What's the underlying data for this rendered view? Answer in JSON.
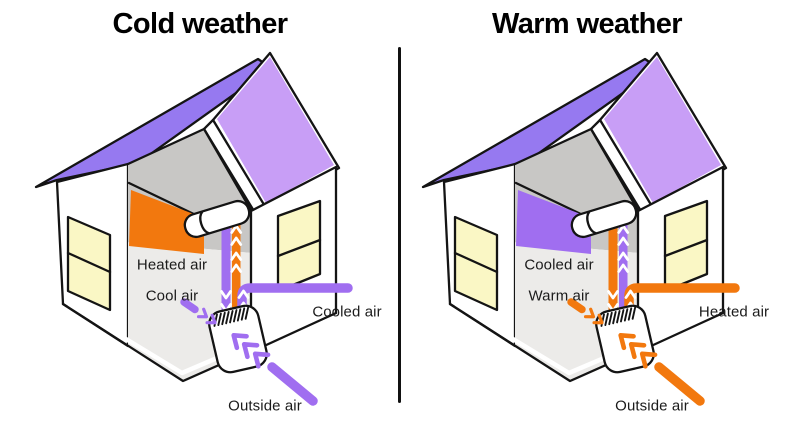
{
  "panels": [
    {
      "id": "cold",
      "title": "Cold weather",
      "labels": {
        "indoor_air": "Heated air",
        "intake_air": "Cool air",
        "pipe_air": "Cooled air",
        "outside_air": "Outside air"
      },
      "colors": {
        "indoor_fan": "#f2780e",
        "left_pipe": "#a06ef0",
        "right_pipe": "#f2780e",
        "horizontal_pipe": "#a06ef0",
        "intake_arrow": "#a06ef0",
        "outside_arrow": "#a06ef0"
      }
    },
    {
      "id": "warm",
      "title": "Warm weather",
      "labels": {
        "indoor_air": "Cooled air",
        "intake_air": "Warm air",
        "pipe_air": "Heated air",
        "outside_air": "Outside air"
      },
      "colors": {
        "indoor_fan": "#a06ef0",
        "left_pipe": "#f2780e",
        "right_pipe": "#a06ef0",
        "horizontal_pipe": "#f2780e",
        "intake_arrow": "#f2780e",
        "outside_arrow": "#f2780e"
      }
    }
  ],
  "shared_colors": {
    "outline": "#141414",
    "roof_dark": "#9679f0",
    "roof_light": "#c89ef6",
    "window": "#faf7c5",
    "wall": "#ffffff",
    "interior_dark": "#c8c7c5",
    "interior_light": "#ecebe9",
    "divider": "#111111",
    "text": "#1b1b1b"
  }
}
